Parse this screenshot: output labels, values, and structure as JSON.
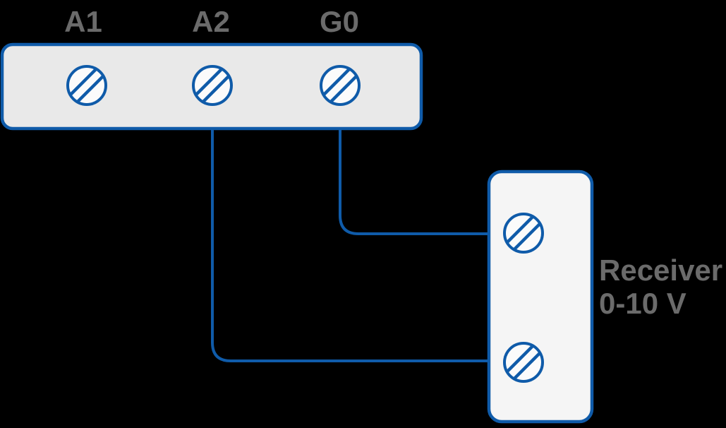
{
  "colors": {
    "background": "#000000",
    "wire-blue": "#0F5BA9",
    "label-gray": "#6B6B6B",
    "terminal-block-fill": "#E9E9E9",
    "receiver-fill": "#F5F5F5",
    "screw-fill": "#FBFBFB"
  },
  "diagram": {
    "type": "wiring-diagram",
    "terminal_block": {
      "terminals": [
        {
          "id": "A1",
          "label": "A1"
        },
        {
          "id": "A2",
          "label": "A2"
        },
        {
          "id": "G0",
          "label": "G0"
        }
      ]
    },
    "receiver": {
      "name_line1": "Receiver",
      "name_line2": "0-10 V",
      "terminal_count": 2
    },
    "connections": [
      {
        "from": "G0",
        "to": "receiver-top-terminal"
      },
      {
        "from": "A2",
        "to": "receiver-bottom-terminal"
      }
    ]
  }
}
